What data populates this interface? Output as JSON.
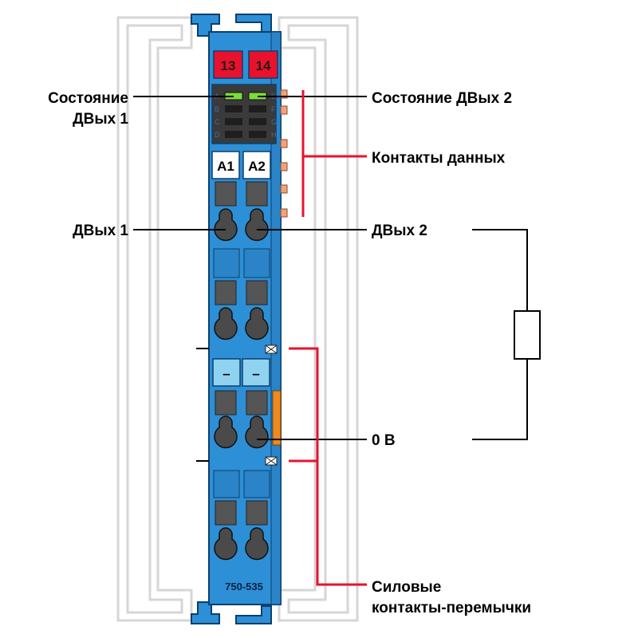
{
  "module": {
    "model": "750-535",
    "terminal_numbers": [
      "13",
      "14"
    ],
    "channel_labels": [
      "A1",
      "A2"
    ],
    "potential_labels": [
      "–",
      "–"
    ],
    "led_letters_left": [
      "A",
      "B",
      "C",
      "D"
    ],
    "led_letters_right": [
      "E",
      "F",
      "G",
      "H"
    ]
  },
  "labels": {
    "status_do1_line1": "Состояние",
    "status_do1_line2": "ДВых 1",
    "status_do2": "Состояние ДВых 2",
    "data_contacts": "Контакты данных",
    "do1": "ДВых 1",
    "do2": "ДВых 2",
    "zero_v": "0 В",
    "power_jumper_line1": "Силовые",
    "power_jumper_line2": "контакты-перемычки"
  },
  "colors": {
    "module_body": "#2d8fd6",
    "module_outline": "#0b3f6e",
    "terminal_tag": "#e8122d",
    "led_on": "#7bdc3a",
    "led_off": "#2b2b2b",
    "bracket": "#e8122d",
    "data_contact": "#f2a27a",
    "jumper_contact": "#f08a1c",
    "potential_tag": "#8fd3f0"
  },
  "icons": {
    "spring_clamp": "spring-clamp-icon",
    "release_slot": "release-slot-icon",
    "resistor": "resistor-icon"
  }
}
